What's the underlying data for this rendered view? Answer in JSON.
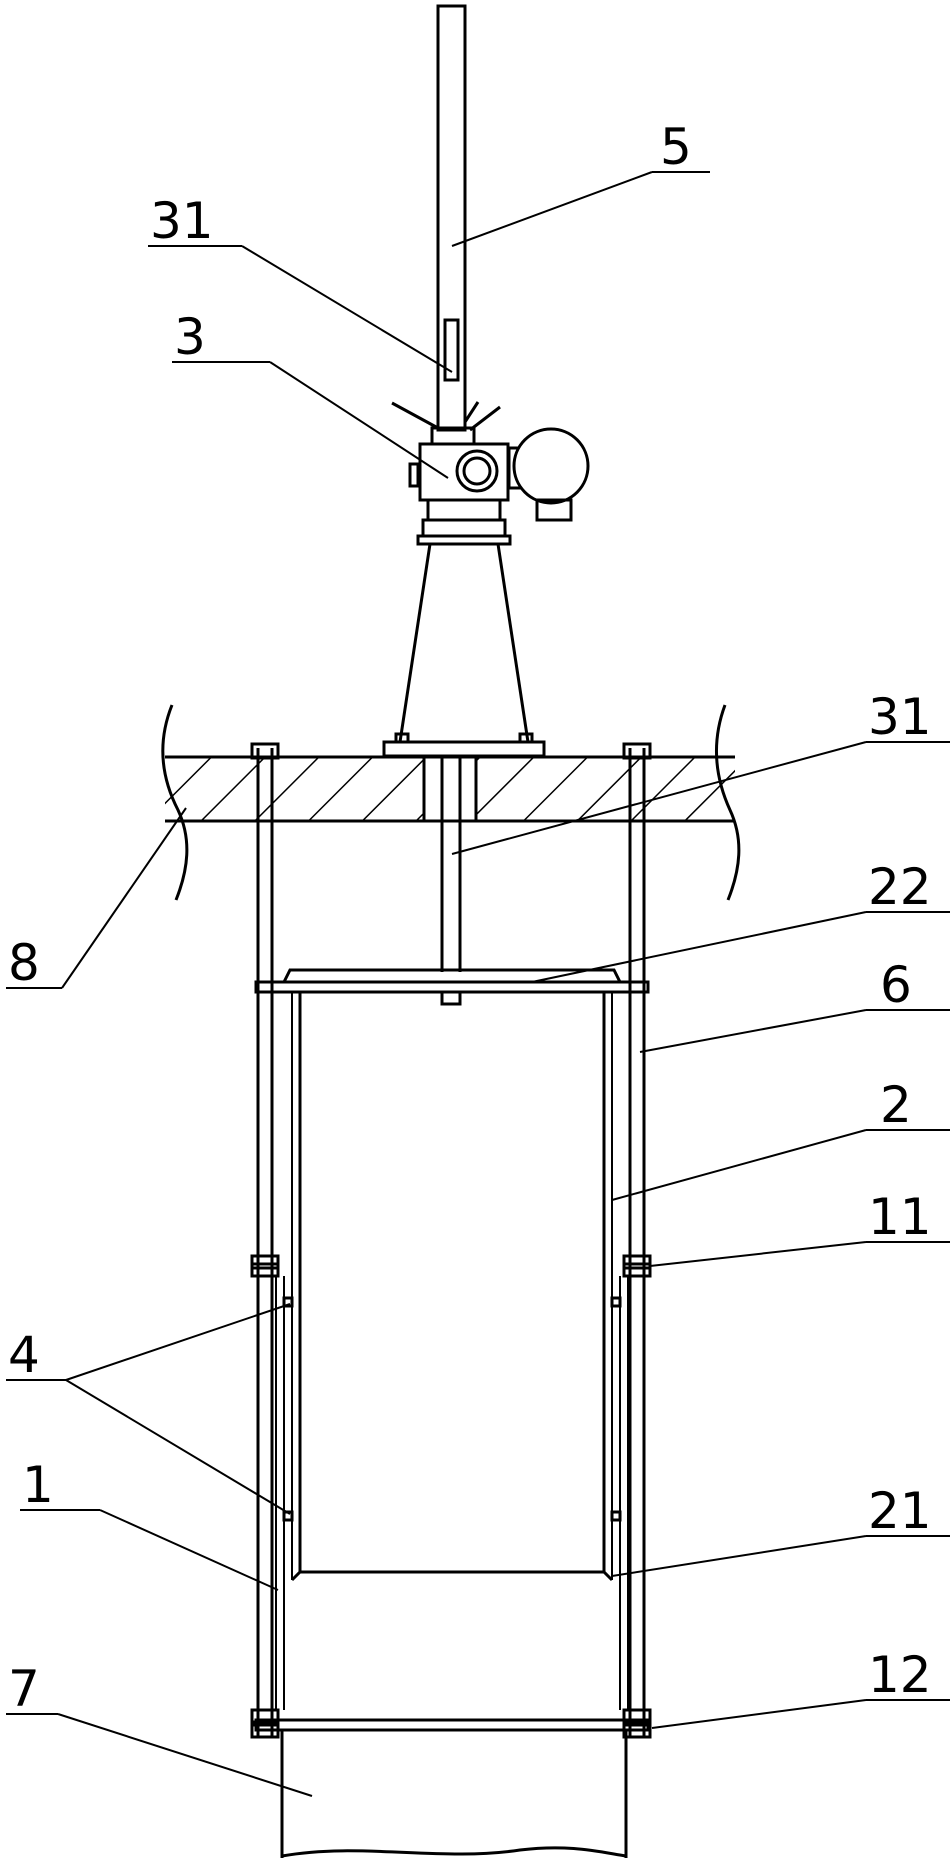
{
  "labels": {
    "l5": "5",
    "l31_top": "31",
    "l3": "3",
    "l31_mid": "31",
    "l22": "22",
    "l8": "8",
    "l6": "6",
    "l2": "2",
    "l11": "11",
    "l4": "4",
    "l1": "1",
    "l21": "21",
    "l12": "12",
    "l7": "7"
  }
}
